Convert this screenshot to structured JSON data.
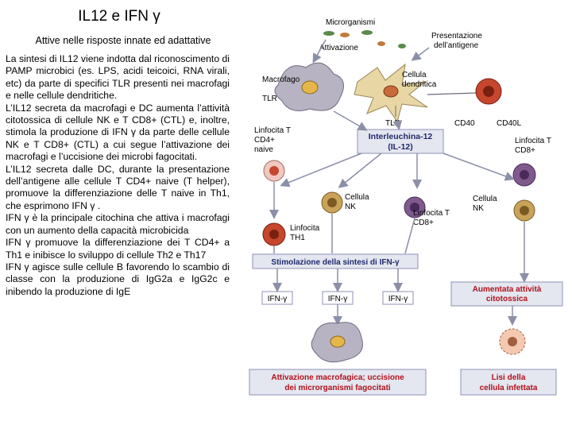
{
  "title": "IL12 e IFN γ",
  "subtitle": "Attive nelle risposte innate ed adattative",
  "paragraphs": [
    "La sintesi di IL12 viene indotta dal riconoscimento di PAMP microbici (es. LPS, acidi teicoici, RNA virali, etc) da parte di specifici TLR presenti nei macrofagi e nelle cellule dendritiche.",
    "L’IL12 secreta da macrofagi e DC aumenta l’attività citotossica di cellule NK e T CD8+ (CTL) e, inoltre, stimola la produzione di IFN γ da parte delle cellule NK e T CD8+ (CTL) a cui segue l’attivazione dei macrofagi e l’uccisione dei microbi fagocitati.",
    "L’IL12 secreta dalle DC, durante la presentazione dell’antigene alle cellule T CD4+ naive (T helper), promuove la differenziazione delle T naive in Th1, che esprimono IFN γ .",
    "IFN γ è la principale citochina che attiva i macrofagi con un aumento della capacità microbicida",
    "IFN γ promuove la differenziazione dei T CD4+ a Th1 e inibisce lo sviluppo di cellule Th2 e Th17",
    "IFN γ agisce sulle cellule B favorendo lo scambio di classe con la produzione di IgG2a e IgG2c e inibendo la produzione di IgE"
  ],
  "figure": {
    "microorganisms": "Microrganismi",
    "activation": "Attivazione",
    "antigen_presentation_1": "Presentazione",
    "antigen_presentation_2": "dell’antigene",
    "macrophage": "Macrofago",
    "tlr_left": "TLR",
    "tlr_center": "TLR",
    "dendritic_1": "Cellula",
    "dendritic_2": "dendritica",
    "cd40": "CD40",
    "cd40l": "CD40L",
    "naive_t_1": "Linfocita T",
    "naive_t_2": "CD4+",
    "naive_t_3": "naive",
    "il12_1": "Interleuchina-12",
    "il12_2": "(IL-12)",
    "cd8_t_1": "Linfocita T",
    "cd8_t_2": "CD8+",
    "nk_1": "Cellula",
    "nk_2": "NK",
    "nk_right_1": "Cellula",
    "nk_right_2": "NK",
    "cd8_mid_1": "Linfocita T",
    "cd8_mid_2": "CD8+",
    "th1_1": "Linfocita",
    "th1_2": "TH1",
    "ifn_stimulation": "Stimolazione della sintesi di IFN-γ",
    "ifn_1": "IFN-γ",
    "ifn_2": "IFN-γ",
    "ifn_3": "IFN-γ",
    "cytotoxic_1": "Aumentata attività",
    "cytotoxic_2": "citotossica",
    "macrophage_activation_1": "Attivazione macrofagica; uccisione",
    "macrophage_activation_2": "dei microrganismi fagocitati",
    "lysis_1": "Lisi della",
    "lysis_2": "cellula infettata"
  },
  "colors": {
    "box_fill": "#e4e6f0",
    "box_border": "#8d92b6",
    "title_box_text": "#1f2a6b",
    "red_text": "#b0121b",
    "macrophage_fill": "#b7b3c2",
    "dendritic_fill": "#e8d7a4",
    "th_fill": "#c6462e",
    "nk_fill": "#c9a35a",
    "cd8_fill": "#7e5a8d"
  }
}
